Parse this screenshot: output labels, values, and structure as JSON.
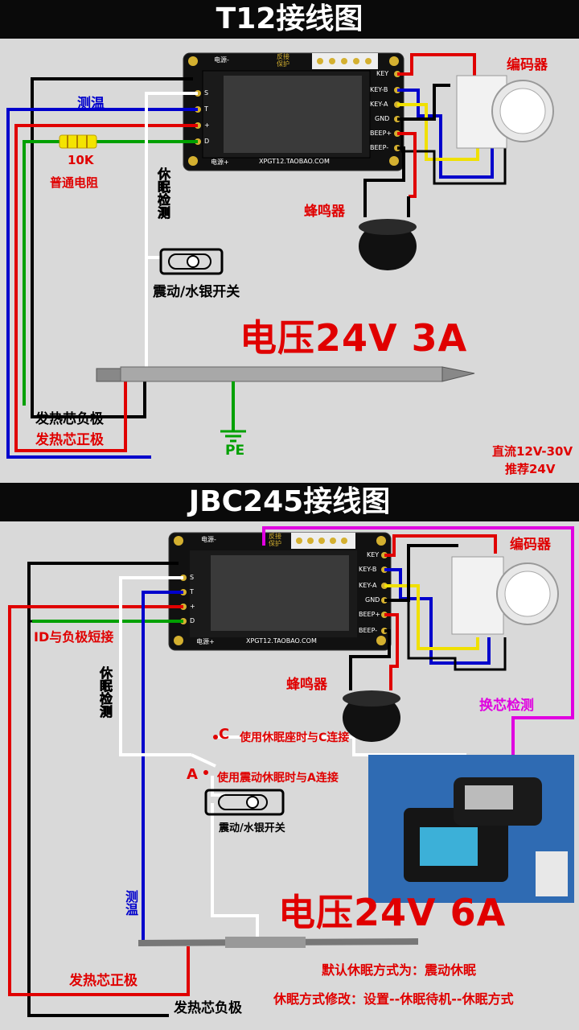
{
  "t12": {
    "title": "T12接线图",
    "board": {
      "power_minus": "电源-",
      "power_plus": "电源+",
      "protect": "反接\n保护",
      "url": "XPGT12.TAOBAO.COM",
      "left_pins": [
        "S",
        "T",
        "+",
        "D"
      ],
      "right_pins": [
        "KEY",
        "KEY-B",
        "KEY-A",
        "GND",
        "BEEP+",
        "BEEP-"
      ]
    },
    "encoder_label": "编码器",
    "temp_label": "测温",
    "resistor_value": "10K",
    "resistor_label": "普通电阻",
    "sleep_label": "休眠检测",
    "buzzer_label": "蜂鸣器",
    "switch_label": "震动/水银开关",
    "voltage": "电压24V 3A",
    "neg_label": "发热芯负极",
    "pos_label": "发热芯正极",
    "pe_label": "PE",
    "dc_line1": "直流12V-30V",
    "dc_line2": "推荐24V"
  },
  "jbc": {
    "title": "JBC245接线图",
    "board": {
      "power_minus": "电源-",
      "power_plus": "电源+",
      "protect": "反接\n保护",
      "url": "XPGT12.TAOBAO.COM",
      "left_pins": [
        "S",
        "T",
        "+",
        "D"
      ],
      "right_pins": [
        "KEY",
        "KEY-B",
        "KEY-A",
        "GND",
        "BEEP+",
        "BEEP-"
      ]
    },
    "encoder_label": "编码器",
    "id_label": "ID与负极短接",
    "sleep_label": "休眠检测",
    "buzzer_label": "蜂鸣器",
    "swap_label": "换芯检测",
    "c_letter": "C",
    "c_text": "使用休眠座时与C连接",
    "a_letter": "A",
    "a_text": "使用震动休眠时与A连接",
    "switch_label": "震动/水银开关",
    "temp_label": "测温",
    "voltage": "电压24V 6A",
    "pos_label": "发热芯正极",
    "neg_label": "发热芯负极",
    "default_sleep": "默认休眠方式为：震动休眠",
    "modify_sleep": "休眠方式修改：设置--休眠待机--休眠方式"
  },
  "colors": {
    "red": "#e00000",
    "blue": "#0000cc",
    "green": "#00a000",
    "black": "#000000",
    "yellow": "#f0e000",
    "magenta": "#e000e0",
    "white": "#ffffff"
  }
}
